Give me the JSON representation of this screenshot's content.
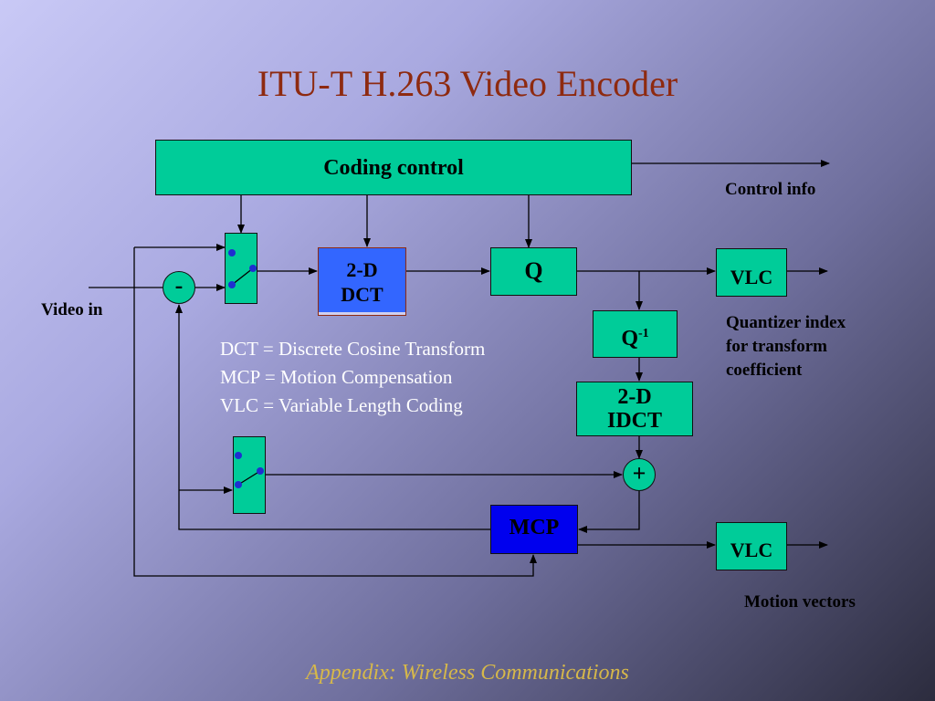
{
  "slide": {
    "title": "ITU-T H.263 Video Encoder",
    "footer": "Appendix: Wireless Communications"
  },
  "blocks": {
    "coding_control": "Coding control",
    "dct_line1": "2-D",
    "dct_line2": "DCT",
    "q": "Q",
    "vlc_top": "VLC",
    "q_inv": "Q",
    "q_inv_sup": "-1",
    "idct_line1": "2-D",
    "idct_line2": "IDCT",
    "mcp": "MCP",
    "vlc_bottom": "VLC",
    "subtract": "-",
    "add": "+"
  },
  "labels": {
    "video_in": "Video in",
    "control_info": "Control info",
    "quantizer_line1": "Quantizer index",
    "quantizer_line2": "for transform",
    "quantizer_line3": "coefficient",
    "motion_vectors": "Motion vectors"
  },
  "legend": [
    "DCT = Discrete Cosine Transform",
    "MCP = Motion Compensation",
    "VLC = Variable Length Coding"
  ],
  "colors": {
    "block_fill": "#00cc99",
    "dct_fill": "#3366ff",
    "mcp_fill": "#0000ee",
    "title": "#8e2a10",
    "footer": "#d6b84a",
    "switch_dot": "#1f2fd0"
  }
}
